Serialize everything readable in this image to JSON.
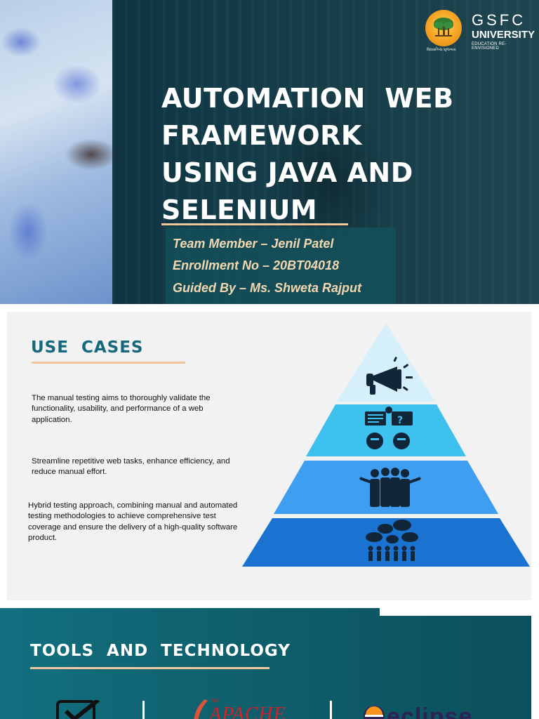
{
  "slide1": {
    "logo": {
      "name": "GSFC",
      "subname": "UNIVERSITY",
      "tagline": "EDUCATION RE-ENVISIONED",
      "motto": "વિદ્યાપ્રતિષ્ઠા સૃજનાય",
      "icon": "tree-emblem-icon",
      "circle_color": "#f4a323"
    },
    "title_lines": [
      "AUTOMATION  WEB",
      "FRAMEWORK",
      "USING JAVA AND",
      "SELENIUM"
    ],
    "info": {
      "team": "Team Member – Jenil Patel",
      "enrollment": "Enrollment No – 20BT04018",
      "guide": "Guided By – Ms. Shweta Rajput"
    },
    "accent_color": "#f0c79a"
  },
  "slide2": {
    "title": "USE  CASES",
    "items": [
      "The manual testing aims to thoroughly validate the functionality, usability, and performance of a web application.",
      "Streamline repetitive web tasks, enhance efficiency, and reduce manual effort.",
      "Hybrid testing approach, combining manual and automated testing methodologies to achieve comprehensive test coverage and ensure the delivery of a high-quality software product."
    ],
    "pyramid": {
      "levels": [
        {
          "icon": "megaphone-icon",
          "color": "#d5f0fb"
        },
        {
          "icon": "discussion-people-icon",
          "color": "#3fc1f0"
        },
        {
          "icon": "team-group-icon",
          "color": "#3f9ef0"
        },
        {
          "icon": "crowd-chat-icon",
          "color": "#1a73d1"
        }
      ]
    }
  },
  "slide3": {
    "title": "TOOLS  AND  TECHNOLOGY",
    "tools": [
      {
        "name": "checkbox-tool-icon"
      },
      {
        "name": "apache-logo",
        "text": "APACHE",
        "small_text": "THE"
      },
      {
        "name": "eclipse-logo",
        "text": "eclipse"
      }
    ]
  }
}
